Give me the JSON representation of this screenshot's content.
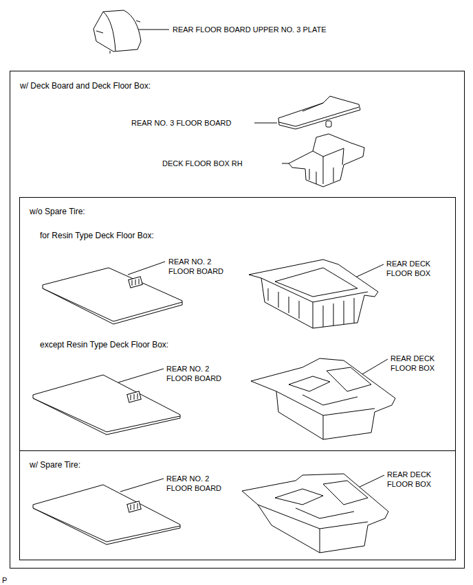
{
  "diagram": {
    "nodes": [
      {
        "text": [
          "w/ Deck Board and Deck Floor Box:"
        ]
      },
      {
        "text": [
          "w/o Spare Tire:",
          "for Resin Type Deck Floor Box:",
          "except Resin Type Deck Floor Box:"
        ],
        "in": 0
      },
      {
        "text": [
          "w/ Spare Tire:"
        ],
        "in": 0
      }
    ],
    "labels": [
      "REAR FLOOR BOARD UPPER NO. 3 PLATE",
      "REAR NO. 3 FLOOR BOARD",
      "DECK FLOOR BOX RH",
      "REAR NO. 2 FLOOR BOARD",
      "REAR DECK FLOOR BOX",
      "REAR NO. 2 FLOOR BOARD",
      "REAR DECK FLOOR BOX",
      "REAR NO. 2 FLOOR BOARD",
      "REAR DECK FLOOR BOX",
      "P"
    ]
  }
}
